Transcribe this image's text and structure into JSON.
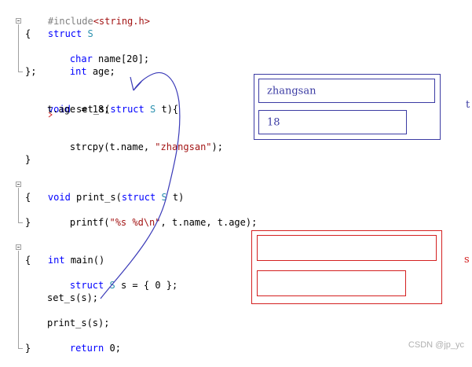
{
  "code": {
    "l1": {
      "pp": "#include",
      "inc": "<string.h>"
    },
    "l2": {
      "kw": "struct",
      "ty": "S"
    },
    "l3": {
      "t": "{"
    },
    "l4": {
      "kw": "char",
      "rest": "name[20];"
    },
    "l5": {
      "kw": "int",
      "rest": "age;"
    },
    "l6": {
      "t": "};"
    },
    "l7": {
      "kw1": "void",
      "fn": "set_s(",
      "kw2": "struct",
      "ty": "S",
      "rest": "t){"
    },
    "l8": {
      "t": "t.age = 18;"
    },
    "l9": {
      "a": "strcpy(t.name, ",
      "str": "\"zhangsan\"",
      "b": ");"
    },
    "l10": {
      "t": "}"
    },
    "l11": {
      "kw1": "void",
      "fn": "print_s(",
      "kw2": "struct",
      "ty": "S",
      "rest": "t)"
    },
    "l12": {
      "t": "{"
    },
    "l13": {
      "a": "printf(",
      "str": "\"%s %d\\n\"",
      "b": ", t.name, t.age);"
    },
    "l14": {
      "t": "}"
    },
    "l15": {
      "kw": "int",
      "rest": "main()"
    },
    "l16": {
      "t": "{"
    },
    "l17": {
      "kw": "struct",
      "ty": "S",
      "rest": "s = { 0 };"
    },
    "l18": {
      "t": "set_s(s);"
    },
    "l19": {
      "t": "print_s(s);"
    },
    "l20": {
      "kw": "return",
      "rest": "0;"
    },
    "l21": {
      "t": "}"
    }
  },
  "diagram": {
    "t_box": {
      "label": "t",
      "name_value": "zhangsan",
      "age_value": "18",
      "color": "#3b3ba3"
    },
    "s_box": {
      "label": "s",
      "name_value": "",
      "age_value": "",
      "color": "#d42020"
    }
  },
  "watermark": "CSDN @jp_yc"
}
